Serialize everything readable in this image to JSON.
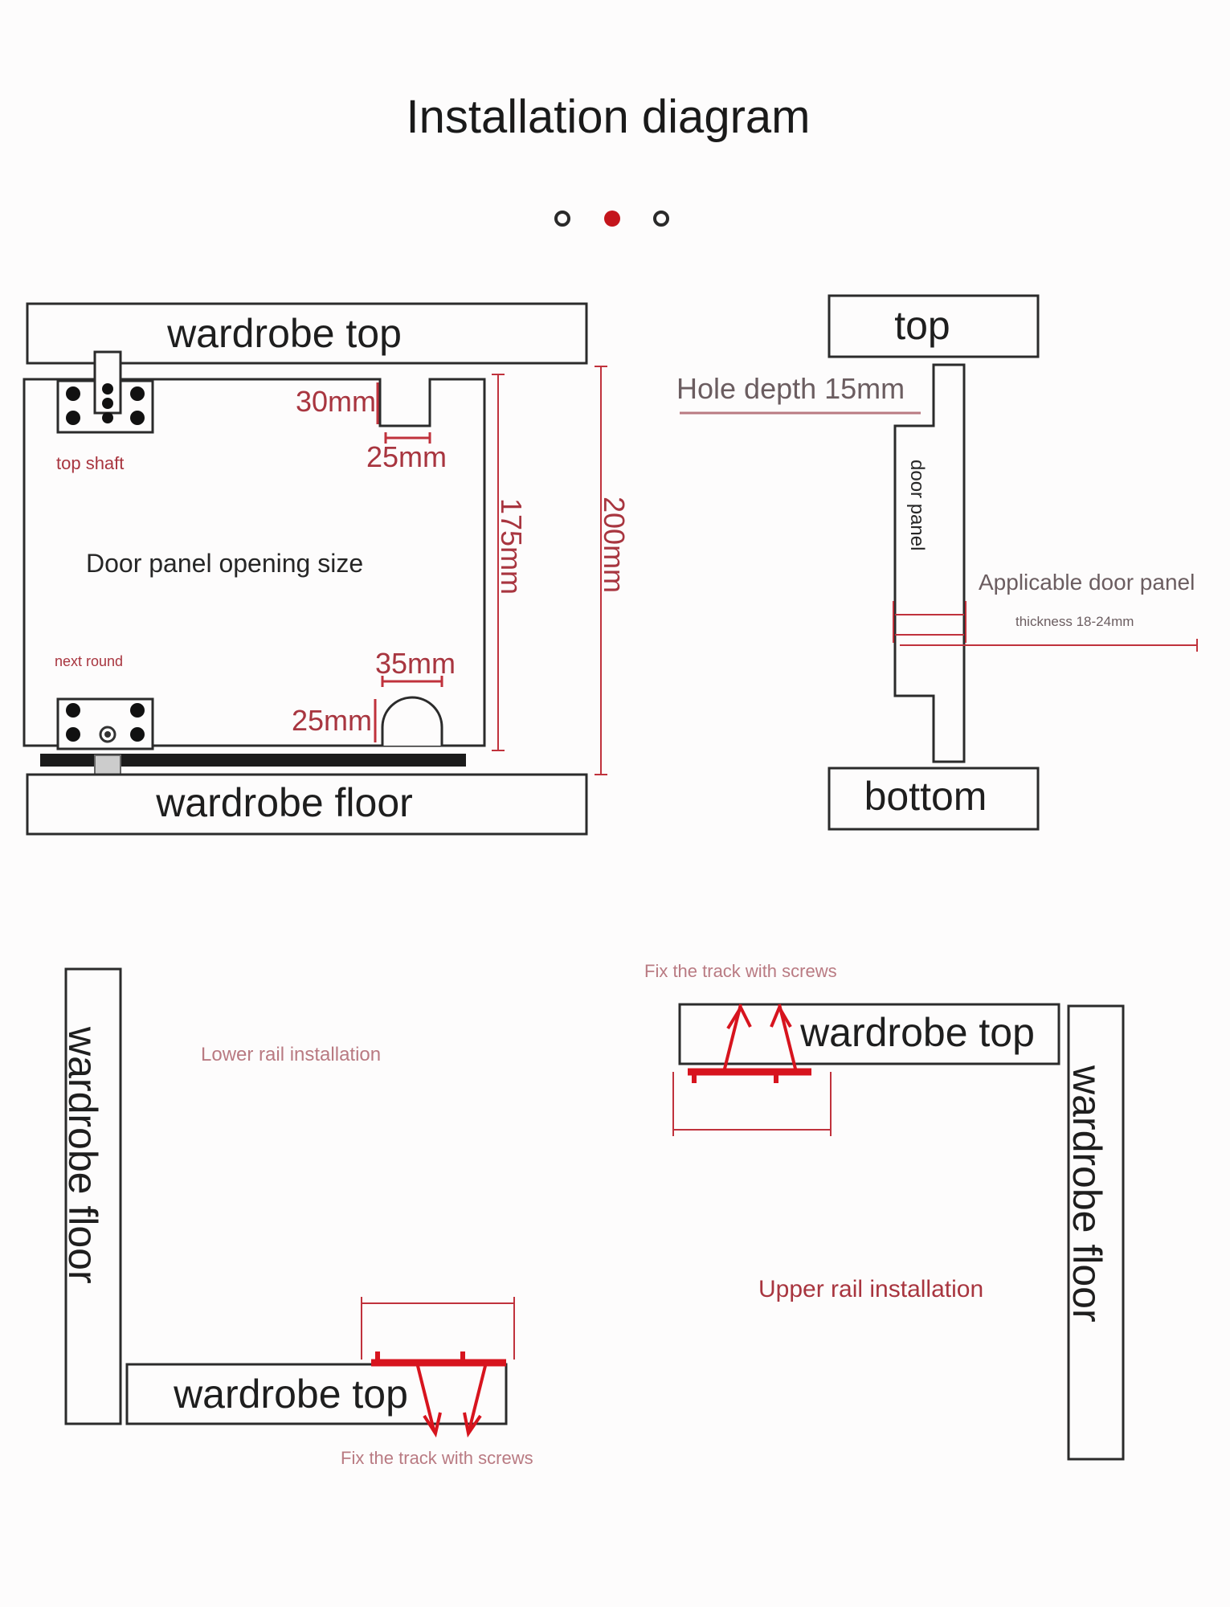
{
  "page": {
    "title": "Installation diagram",
    "pager": {
      "count": 3,
      "active_index": 1,
      "active_color": "#c4151c",
      "inactive_color": "#2a2a2a"
    }
  },
  "door_panel_diagram": {
    "wardrobe_top": "wardrobe top",
    "wardrobe_floor": "wardrobe floor",
    "top_shaft": "top shaft",
    "next_round": "next round",
    "opening_size": "Door panel opening size",
    "dim_30": "30mm",
    "dim_25_top": "25mm",
    "dim_35": "35mm",
    "dim_25_bottom": "25mm",
    "dim_175": "175mm",
    "dim_200": "200mm"
  },
  "side_section": {
    "top": "top",
    "bottom": "bottom",
    "hole_depth": "Hole depth 15mm",
    "door_panel": "door panel",
    "applicable": "Applicable door panel",
    "thickness": "thickness 18-24mm"
  },
  "lower_rail": {
    "wardrobe_floor": "wardrobe floor",
    "wardrobe_top": "wardrobe top",
    "title": "Lower rail installation",
    "fix_note": "Fix the track with screws"
  },
  "upper_rail": {
    "fix_note": "Fix the track with screws",
    "wardrobe_top": "wardrobe top",
    "wardrobe_floor": "wardrobe floor",
    "title": "Upper rail installation"
  },
  "colors": {
    "line": "#2b2b2b",
    "accent_red": "#d7141e",
    "dim_red": "#c0323c",
    "text_red": "#a8353f"
  }
}
